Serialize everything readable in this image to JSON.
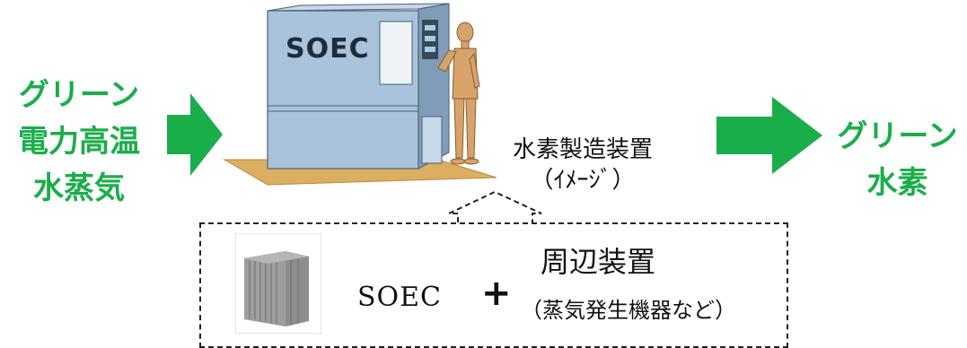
{
  "input_label": [
    "グリーン",
    "電力高温",
    "水蒸気"
  ],
  "output_label": [
    "グリーン",
    "水素"
  ],
  "device": {
    "logo_text": "SOEC",
    "caption_line1": "水素製造装置",
    "caption_line2": "（ｲﾒｰｼﾞ）"
  },
  "bottom": {
    "soec_text": "SOEC",
    "plus": "+",
    "peripheral_title": "周辺装置",
    "peripheral_sub": "（蒸気発生機器など）"
  },
  "colors": {
    "accent_green": "#1aae4a",
    "machine_blue": "#a9c3dc",
    "floor_tan": "#dcae62"
  }
}
